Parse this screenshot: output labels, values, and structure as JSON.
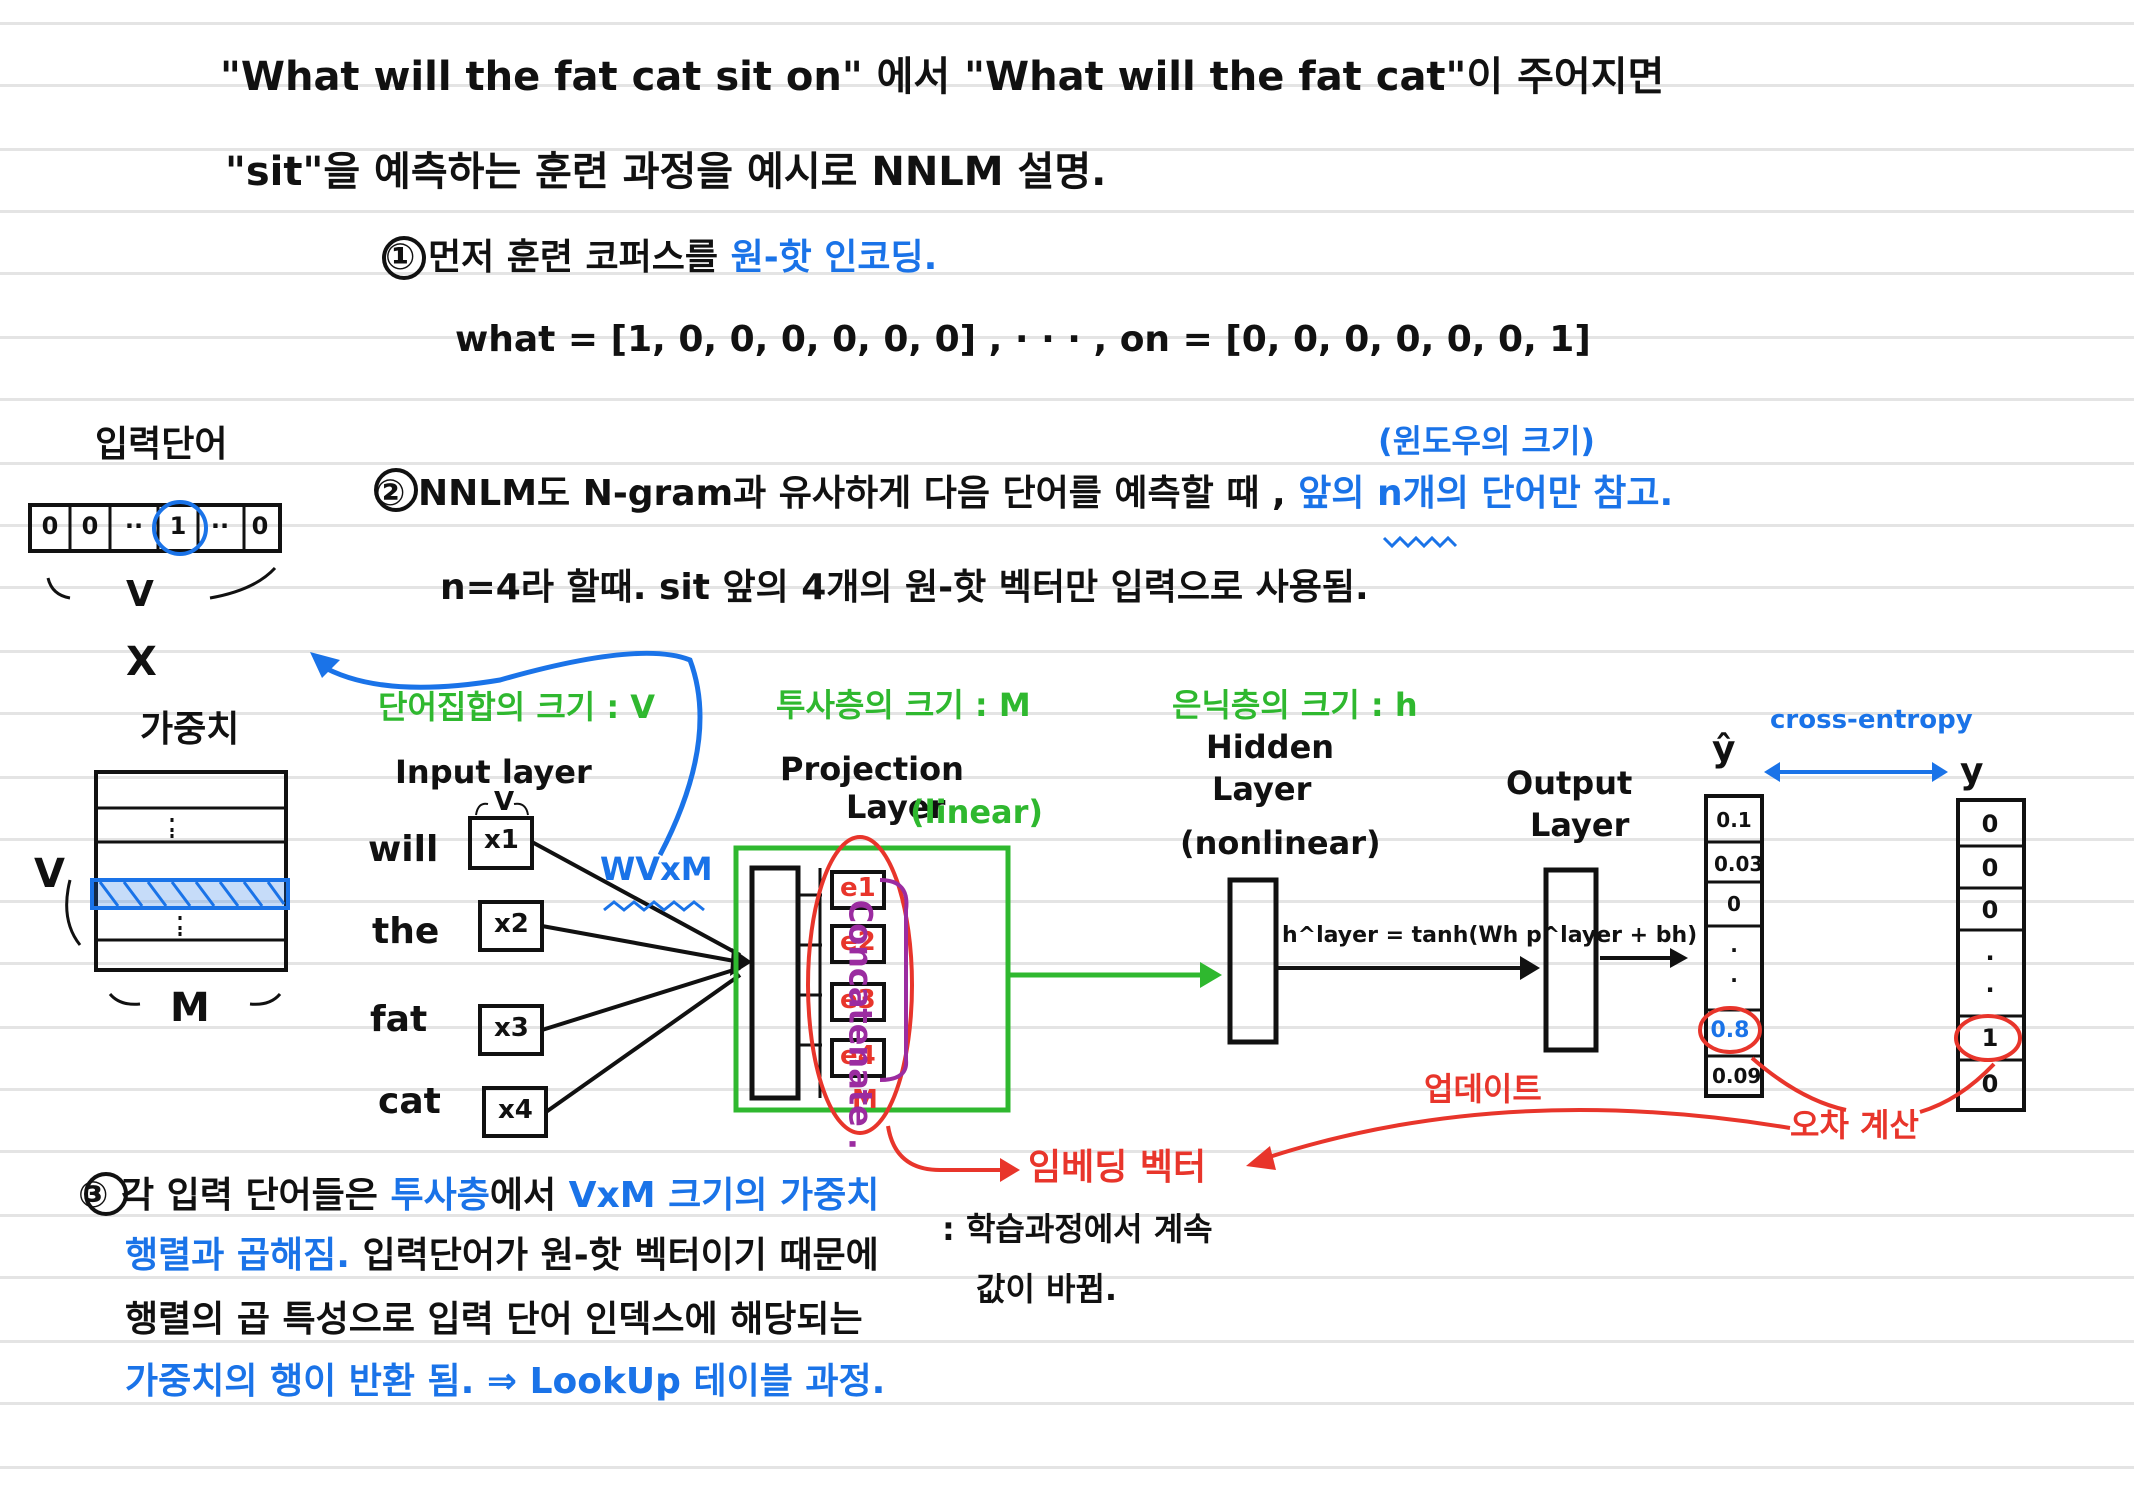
{
  "title": {
    "line1": "\"What will the fat cat sit on\" 에서 \"What will the fat cat\"이 주어지면",
    "line2": "\"sit\"을 예측하는 훈련 과정을 예시로 NNLM 설명."
  },
  "step1": {
    "text": "① 먼저 훈련 코퍼스를",
    "highlight": "원-핫 인코딩.",
    "example": "what = [1, 0, 0, 0, 0, 0, 0]  ,  · · · ,  on = [0, 0, 0, 0, 0, 0, 1]"
  },
  "step2": {
    "window_note": "(윈도우의 크기)",
    "text": "② NNLM도 N-gram과 유사하게 다음 단어를 예측할 때 ,",
    "highlight": "앞의 n개의 단어만 참고.",
    "line2": "n=4라 할때. sit 앞의 4개의 원-핫 벡터만 입력으로 사용됨."
  },
  "input_vector": {
    "label": "입력단어",
    "cells": [
      "0",
      "0",
      "··",
      "1",
      "··",
      "0"
    ],
    "size": "V",
    "times": "X"
  },
  "weight_matrix": {
    "label": "가중치",
    "rows_label": "V",
    "cols_label": "M"
  },
  "network": {
    "vocab_size_label": "단어집합의 크기 : V",
    "projection_size_label": "투사층의 크기 : M",
    "hidden_size_label": "은닉층의 크기 : h",
    "input_layer_label": "Input layer",
    "input_v_label": "V",
    "input_words": [
      "will",
      "the",
      "fat",
      "cat"
    ],
    "input_vectors": [
      "x1",
      "x2",
      "x3",
      "x4"
    ],
    "weight_label": "WVxM",
    "projection_label_1": "Projection",
    "projection_label_2": "Layer",
    "projection_linear": "(linear)",
    "embeddings": [
      "e1",
      "e2",
      "e3",
      "e4"
    ],
    "embedding_size": "M",
    "concatenate": "Concatenate .",
    "hidden_label_1": "Hidden",
    "hidden_label_2": "Layer",
    "hidden_label_3": "(nonlinear)",
    "hidden_formula": "h^layer = tanh(Wh p^layer + bh)",
    "output_label_1": "Output",
    "output_label_2": "Layer",
    "cross_entropy": "cross-entropy",
    "y_hat_label": "ŷ",
    "y_label": "y",
    "y_hat_values": [
      "0.1",
      "0.03",
      "0",
      "·",
      "·",
      "0.8",
      "0.09"
    ],
    "y_values": [
      "0",
      "0",
      "0",
      "·",
      "·",
      "1",
      "0"
    ],
    "update_label": "업데이트",
    "error_label": "오차 계산",
    "embedding_vector_label": "임베딩 벡터",
    "embedding_note_1": ": 학습과정에서 계속",
    "embedding_note_2": "값이 바뀜."
  },
  "step3": {
    "prefix": "③ 각 입력 단어들은",
    "highlight_1": "투사층",
    "mid_1": "에서",
    "highlight_2": "VxM 크기의 가중치",
    "highlight_3": "행렬과 곱해짐.",
    "mid_2": "입력단어가 원-핫 벡터이기 때문에",
    "line3": "행렬의 곱 특성으로 입력 단어 인덱스에 해당되는",
    "highlight_4": "가중치의 행이 반환 됨. ⇒ LookUp 테이블 과정."
  },
  "colors": {
    "blue": "#1a73e8",
    "green": "#2fb82f",
    "red": "#e8352b",
    "purple": "#9b2ca0",
    "rule": "#e4e4e4"
  }
}
